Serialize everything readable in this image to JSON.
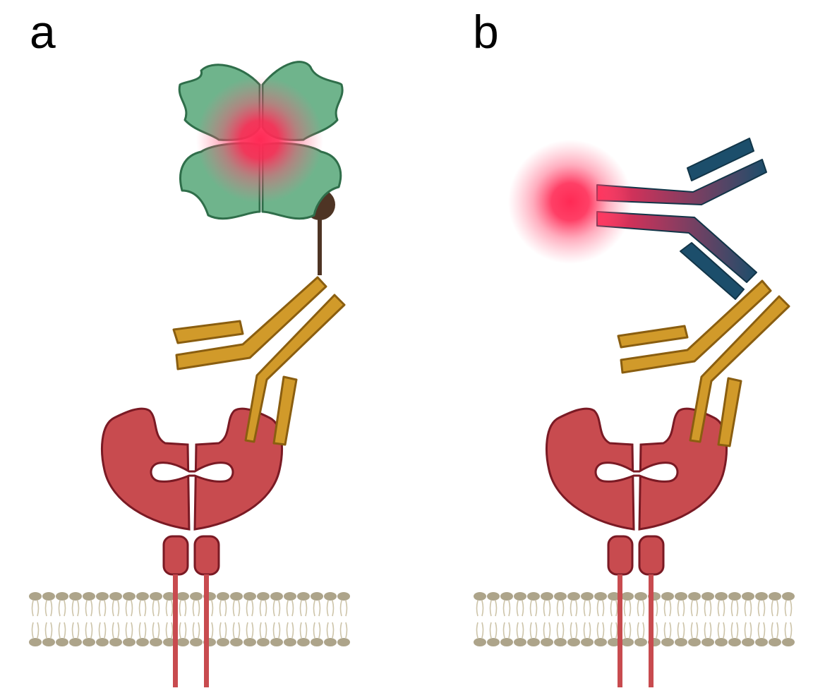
{
  "panels": [
    {
      "label": "a",
      "probe": "streptavidin-fluorophore-complex",
      "linker": "biotin"
    },
    {
      "label": "b",
      "probe": "fluorophore-conjugated-secondary-antibody"
    }
  ],
  "colors": {
    "receptor_fill": "#c84b4f",
    "receptor_outline": "#7a1a24",
    "primary_antibody": "#d19a2a",
    "primary_antibody_outline": "#8a5e10",
    "secondary_antibody": "#1c4e6b",
    "streptavidin": "#6fb48c",
    "streptavidin_outline": "#2f6e4a",
    "biotin": "#4e3424",
    "fluorophore": "#ff2a55",
    "membrane_head": "#ada48a",
    "membrane_tail": "#cdc4a9"
  }
}
